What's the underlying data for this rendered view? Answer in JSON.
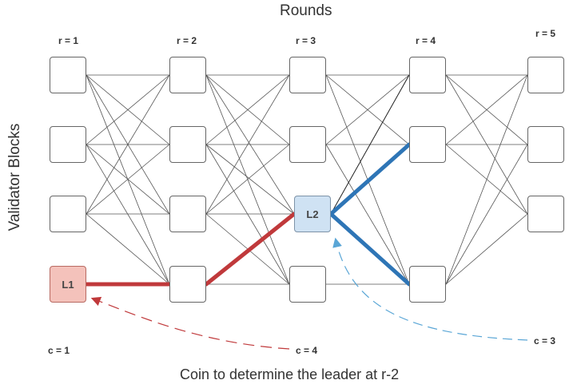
{
  "title_top": "Rounds",
  "title_left": "Validator Blocks",
  "title_bottom": "Coin to determine the leader at r-2",
  "rounds": [
    "r = 1",
    "r = 2",
    "r = 3",
    "r = 4",
    "r = 5"
  ],
  "leaders": {
    "l1": "L1",
    "l2": "L2"
  },
  "coins": {
    "c1": "c = 1",
    "c4": "c = 4",
    "c3": "c = 3"
  },
  "colors": {
    "edge": "#555555",
    "red_path": "#c0393b",
    "blue_path": "#2e75b6",
    "red_arrow": "#c0393b",
    "blue_arrow": "#5aa6d6",
    "l1_fill": "#f4c2bb",
    "l2_fill": "#cfe2f3"
  }
}
